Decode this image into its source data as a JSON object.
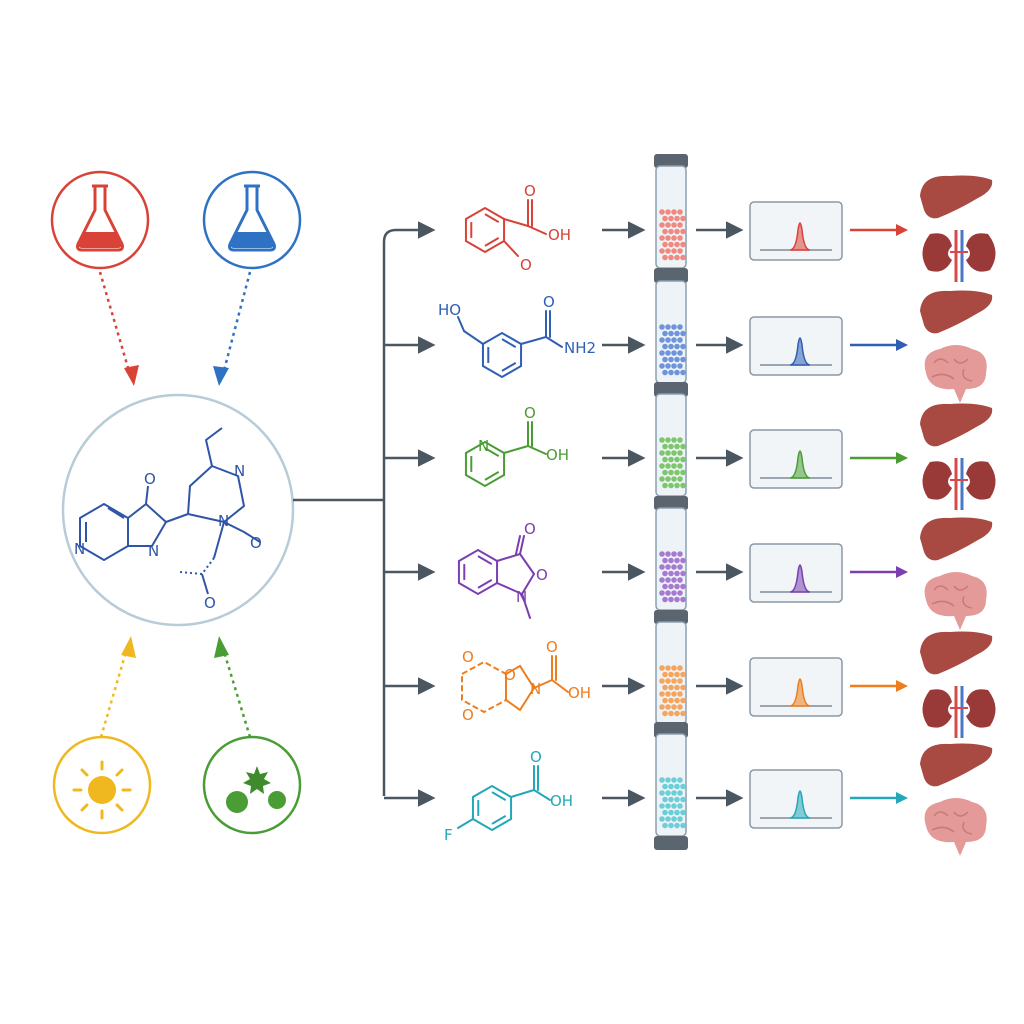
{
  "colors": {
    "connector": "#4a5660",
    "hub_ring": "#b8ccd8",
    "hub_molecule": "#2f55a8",
    "liver": "#a84a42",
    "kidney": "#9a3a38",
    "brain": "#e39a98"
  },
  "sources": [
    {
      "icon": "flask-red-icon",
      "color": "#d94236"
    },
    {
      "icon": "flask-blue-icon",
      "color": "#2f72c3"
    },
    {
      "icon": "sun-icon",
      "color": "#f0b820"
    },
    {
      "icon": "microbe-icon",
      "color": "#4a9d35"
    }
  ],
  "hub": {
    "labels": [
      "O",
      "N",
      "N",
      "N",
      "N",
      "O",
      "O"
    ]
  },
  "rows": [
    {
      "color": "#d94236",
      "fill": "#f08a80",
      "labels": [
        "O",
        "OH",
        "O"
      ],
      "organs": [
        "liver-icon",
        "kidney-icon"
      ]
    },
    {
      "color": "#2f5fb5",
      "fill": "#6f94dc",
      "labels": [
        "HO",
        "O",
        "NH2"
      ],
      "organs": [
        "liver-icon",
        "brain-icon"
      ]
    },
    {
      "color": "#4a9d35",
      "fill": "#7cc66b",
      "labels": [
        "N",
        "O",
        "OH"
      ],
      "organs": [
        "liver-icon",
        "kidney-icon"
      ]
    },
    {
      "color": "#7a3fb0",
      "fill": "#a57ad0",
      "labels": [
        "O",
        "O",
        "N"
      ],
      "organs": [
        "liver-icon",
        "brain-icon"
      ]
    },
    {
      "color": "#ef7d1e",
      "fill": "#f5a55e",
      "labels": [
        "O",
        "O",
        "O",
        "N",
        "O",
        "OH"
      ],
      "organs": [
        "liver-icon",
        "kidney-icon"
      ]
    },
    {
      "color": "#22a8b8",
      "fill": "#6ccfd8",
      "labels": [
        "F",
        "O",
        "OH"
      ],
      "organs": [
        "liver-icon",
        "brain-icon"
      ]
    }
  ]
}
